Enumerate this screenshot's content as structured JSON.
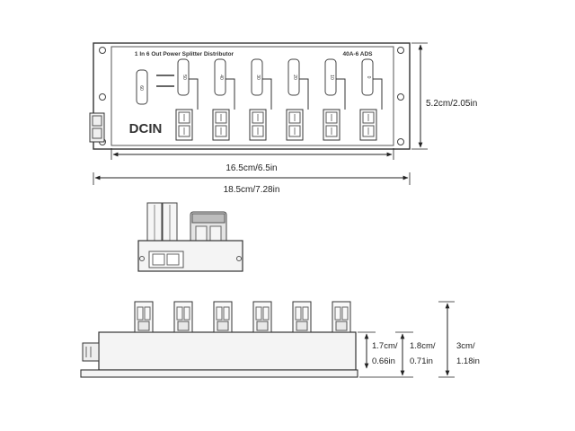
{
  "top_view": {
    "title": "1 In 6 Out Power Splitter Distributor",
    "rating": "40A-6 ADS",
    "input_label": "DCIN",
    "ports": [
      "60",
      "50",
      "40",
      "30",
      "20",
      "10",
      "0"
    ]
  },
  "dimensions": {
    "height": "5.2cm/2.05in",
    "inner_width": "16.5cm/6.5in",
    "overall_width": "18.5cm/7.28in",
    "body_thickness_cm": "1.7cm/",
    "body_thickness_in": "0.66in",
    "base_thickness_cm": "1.8cm/",
    "base_thickness_in": "0.71in",
    "total_height_cm": "3cm/",
    "total_height_in": "1.18in"
  }
}
